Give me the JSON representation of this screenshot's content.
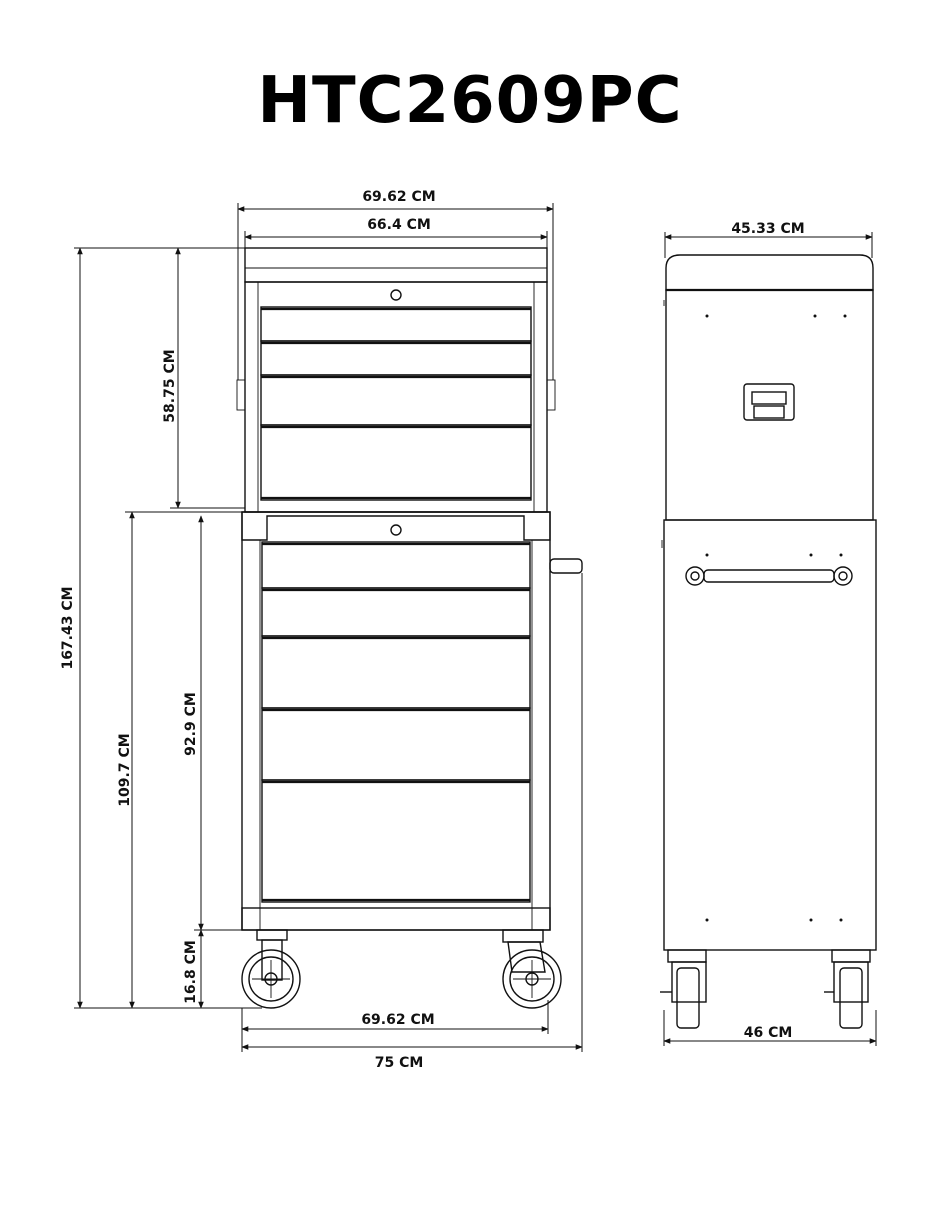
{
  "title": "HTC2609PC",
  "dimensions": {
    "top_outer_width": "69.62 CM",
    "top_inner_width": "66.4 CM",
    "total_height": "167.43 CM",
    "chest_height": "58.75 CM",
    "cabinet_height_with_casters": "109.7 CM",
    "cabinet_body_height": "92.9 CM",
    "caster_height": "16.8 CM",
    "base_width": "69.62 CM",
    "overall_width_with_handle": "75 CM",
    "side_top_depth": "45.33 CM",
    "side_base_depth": "46 CM"
  },
  "colors": {
    "line": "#111111",
    "background": "#ffffff"
  }
}
